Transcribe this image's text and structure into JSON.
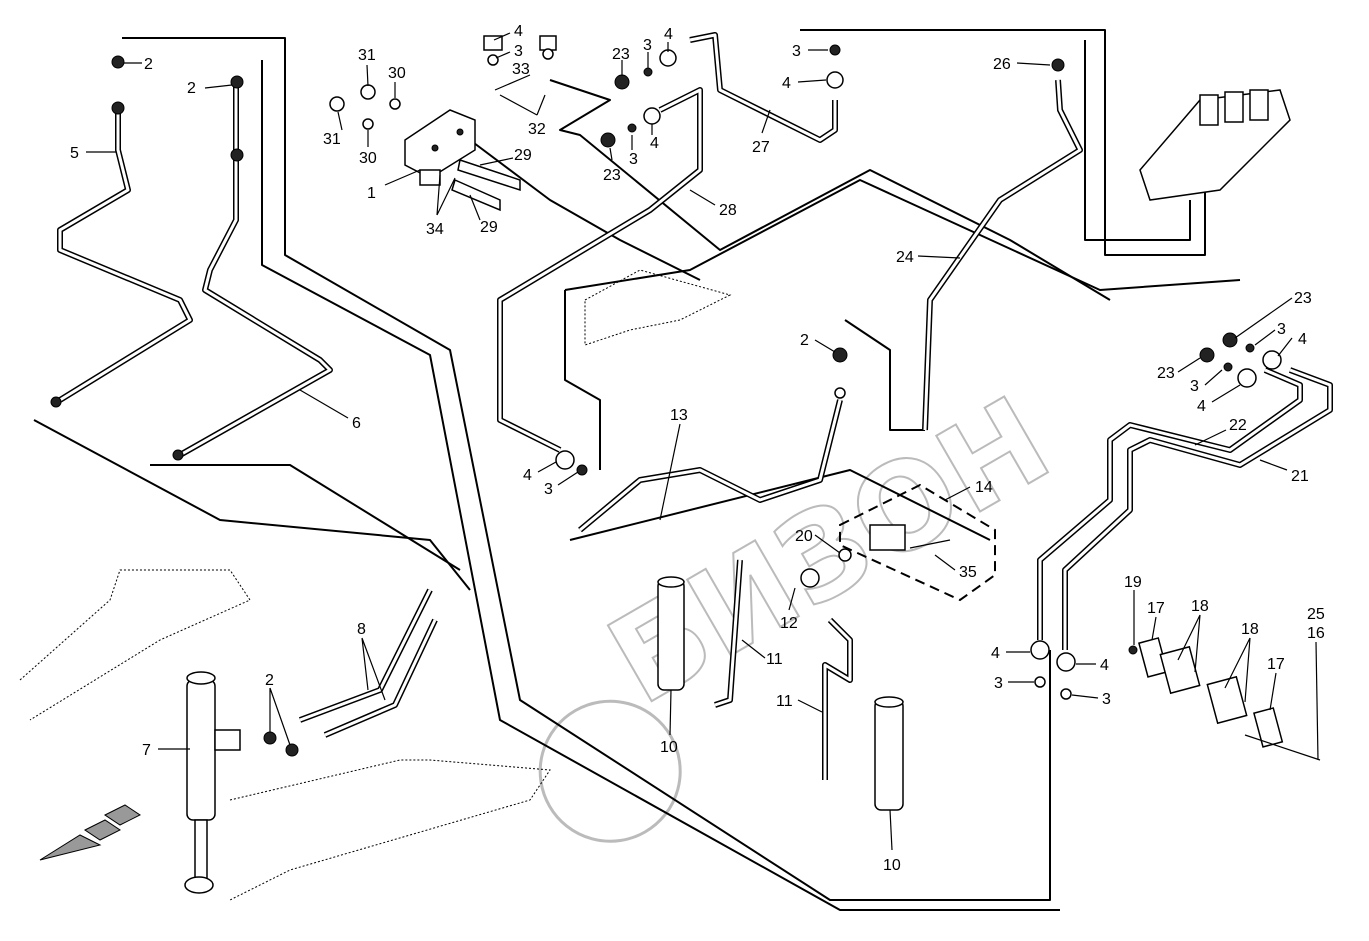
{
  "watermark": "БИЗОН",
  "callouts": [
    "2",
    "2",
    "5",
    "31",
    "30",
    "31",
    "30",
    "1",
    "34",
    "29",
    "29",
    "4",
    "3",
    "33",
    "32",
    "23",
    "3",
    "4",
    "23",
    "3",
    "4",
    "28",
    "27",
    "3",
    "4",
    "26",
    "24",
    "6",
    "2",
    "13",
    "4",
    "3",
    "14",
    "20",
    "35",
    "12",
    "11",
    "11",
    "10",
    "10",
    "8",
    "2",
    "7",
    "23",
    "3",
    "4",
    "23",
    "3",
    "4",
    "22",
    "21",
    "19",
    "17",
    "18",
    "18",
    "17",
    "25",
    "16",
    "4",
    "3",
    "4",
    "3"
  ]
}
